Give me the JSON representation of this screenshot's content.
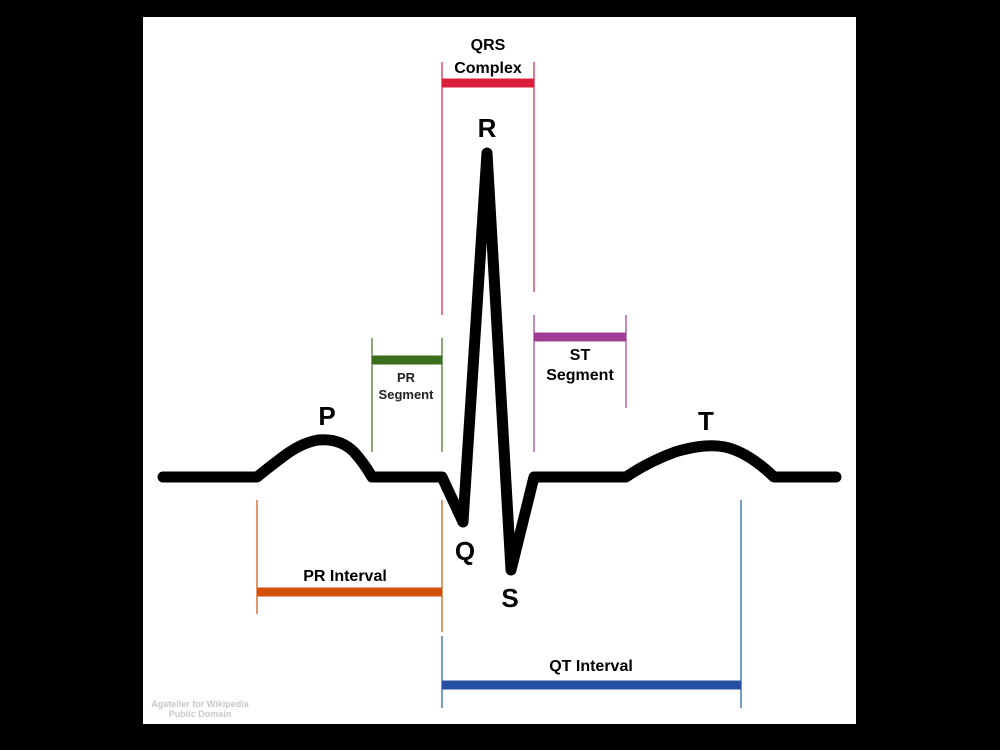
{
  "waves": {
    "p": "P",
    "q": "Q",
    "r": "R",
    "s": "S",
    "t": "T"
  },
  "intervals": {
    "qrs_complex": {
      "line1": "QRS",
      "line2": "Complex"
    },
    "pr_segment": {
      "line1": "PR",
      "line2": "Segment"
    },
    "st_segment": {
      "line1": "ST",
      "line2": "Segment"
    },
    "pr_interval": {
      "label": "PR Interval"
    },
    "qt_interval": {
      "label": "QT Interval"
    }
  },
  "credit": {
    "line1": "Agateller for Wikipedia",
    "line2": "Public Domain"
  },
  "colors": {
    "trace": "#000000",
    "qrs": "#dc1e3c",
    "pr_segment": "#3a6e1e",
    "st_segment": "#a03c96",
    "pr_interval": "#d2500a",
    "qt_interval": "#2850a0"
  }
}
